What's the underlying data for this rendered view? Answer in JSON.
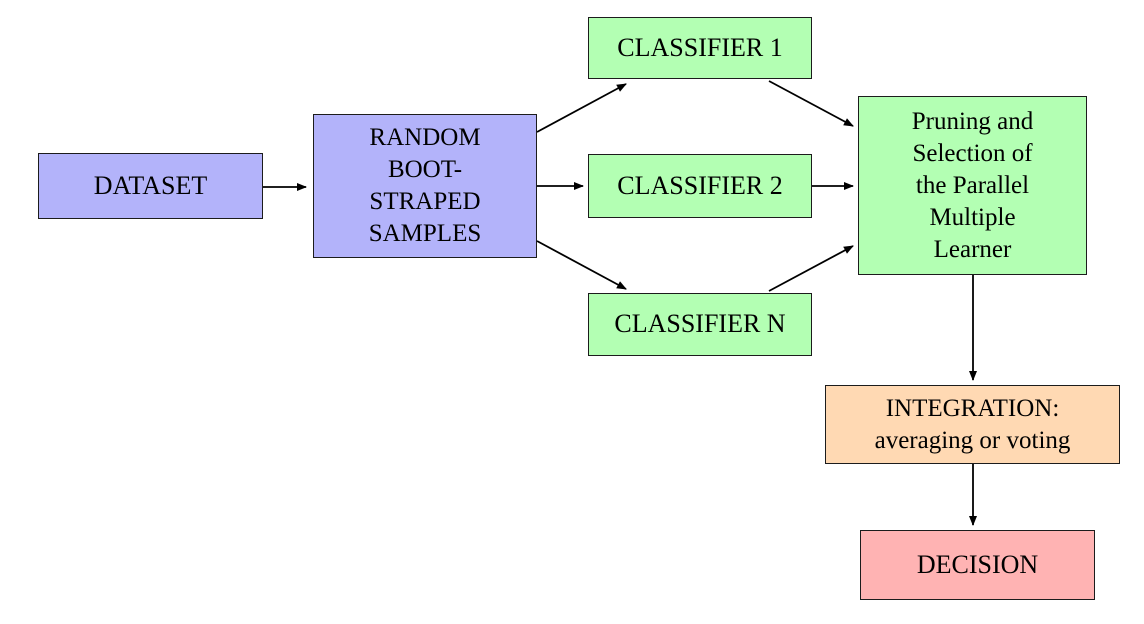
{
  "colors": {
    "background": "#ffffff",
    "node_border": "#1c1c1c",
    "arrow": "#000000",
    "purple": "#b3b3fa",
    "green": "#b3ffb3",
    "orange": "#ffd9b3",
    "red": "#ffb3b3"
  },
  "diagram": {
    "nodes": {
      "dataset": {
        "label": "DATASET",
        "fill": "#b3b3fa"
      },
      "samples": {
        "label": "RANDOM\nBOOT-\nSTRAPED\nSAMPLES",
        "fill": "#b3b3fa"
      },
      "classifier1": {
        "label": "CLASSIFIER 1",
        "fill": "#b3ffb3"
      },
      "classifier2": {
        "label": "CLASSIFIER 2",
        "fill": "#b3ffb3"
      },
      "classifier_n": {
        "label": "CLASSIFIER N",
        "fill": "#b3ffb3"
      },
      "pruning": {
        "label": "Pruning and\nSelection of\nthe Parallel\nMultiple\nLearner",
        "fill": "#b3ffb3"
      },
      "integration": {
        "label": "INTEGRATION:\naveraging or voting",
        "fill": "#ffd9b3"
      },
      "decision": {
        "label": "DECISION",
        "fill": "#ffb3b3"
      }
    },
    "edges": [
      {
        "from": "dataset",
        "to": "samples"
      },
      {
        "from": "samples",
        "to": "classifier1"
      },
      {
        "from": "samples",
        "to": "classifier2"
      },
      {
        "from": "samples",
        "to": "classifier_n"
      },
      {
        "from": "classifier1",
        "to": "pruning"
      },
      {
        "from": "classifier2",
        "to": "pruning"
      },
      {
        "from": "classifier_n",
        "to": "pruning"
      },
      {
        "from": "pruning",
        "to": "integration"
      },
      {
        "from": "integration",
        "to": "decision"
      }
    ]
  }
}
